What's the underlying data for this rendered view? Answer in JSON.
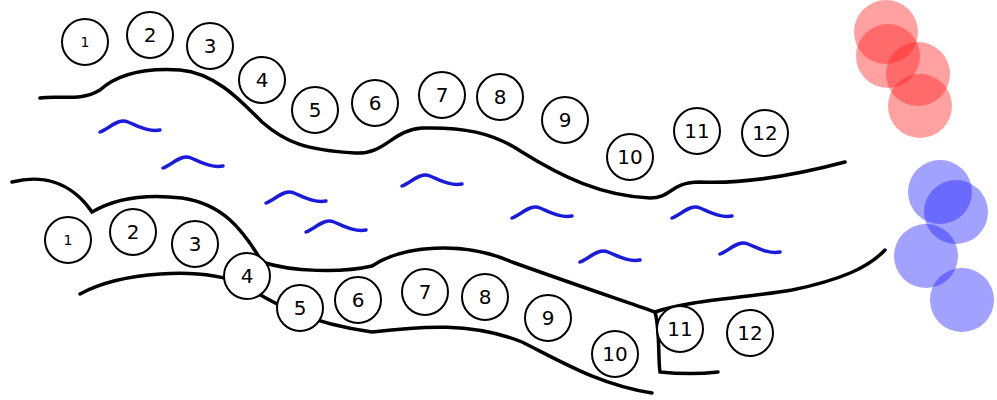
{
  "diagram": {
    "nodes": [
      {
        "text": [
          "1"
        ]
      },
      {
        "text": [
          "2"
        ]
      },
      {
        "text": [
          "3"
        ]
      },
      {
        "text": [
          "4"
        ]
      },
      {
        "text": [
          "5"
        ]
      },
      {
        "text": [
          "6"
        ]
      },
      {
        "text": [
          "7"
        ]
      },
      {
        "text": [
          "8"
        ]
      },
      {
        "text": [
          "9"
        ]
      },
      {
        "text": [
          "10"
        ]
      },
      {
        "text": [
          "11"
        ]
      },
      {
        "text": [
          "12"
        ]
      },
      {
        "text": [
          "1"
        ]
      },
      {
        "text": [
          "2"
        ]
      },
      {
        "text": [
          "3"
        ]
      },
      {
        "text": [
          "4"
        ]
      },
      {
        "text": [
          "5"
        ]
      },
      {
        "text": [
          "6"
        ]
      },
      {
        "text": [
          "7"
        ]
      },
      {
        "text": [
          "8"
        ]
      },
      {
        "text": [
          "9"
        ]
      },
      {
        "text": [
          "10"
        ]
      },
      {
        "text": [
          "11"
        ]
      },
      {
        "text": [
          "12"
        ]
      }
    ]
  }
}
